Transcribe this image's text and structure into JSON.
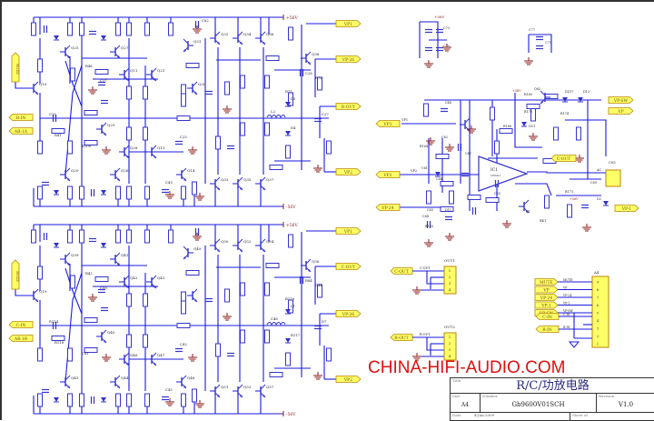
{
  "supply": {
    "pos": "+56V",
    "neg": "-56V"
  },
  "amp_top": {
    "transistors": [
      "Q19",
      "Q25",
      "Q27",
      "Q11",
      "Q21",
      "Q29",
      "Q20",
      "Q26",
      "Q28",
      "Q13",
      "Q14",
      "Q31",
      "Q32",
      "Q34",
      "Q36",
      "Q33",
      "Q35",
      "Q37",
      "Q38",
      "Q30"
    ],
    "ports_left": [
      "R-IN",
      "AR-1A"
    ],
    "port_vertical": "BUZZ",
    "ports_right": [
      "VP1",
      "VP-26",
      "R-OUT",
      "VP2"
    ],
    "parts": [
      "R46",
      "C17",
      "C15",
      "R41",
      "R100",
      "C25",
      "C43",
      "L2",
      "D4",
      "D5",
      "C27",
      "R71",
      "R72",
      "C26",
      "C82"
    ]
  },
  "amp_bottom": {
    "transistors": [
      "Q19",
      "Q39",
      "Q41",
      "Q42",
      "Q43",
      "Q40",
      "Q45",
      "Q44",
      "Q46",
      "Q47",
      "Q48",
      "Q49",
      "Q50",
      "Q52",
      "Q54",
      "Q51",
      "Q53",
      "Q57",
      "Q56"
    ],
    "ports_left": [
      "C-IN",
      "AR-1B"
    ],
    "port_vertical": "BUZZ",
    "ports_right": [
      "VP1",
      "C-OUT",
      "VP-26",
      "VP2"
    ],
    "parts": [
      "R42",
      "C50",
      "R114",
      "R116",
      "C41",
      "C42",
      "C45",
      "C46",
      "R117",
      "L1",
      "D7",
      "R110",
      "C44",
      "R84"
    ]
  },
  "control": {
    "ic": "IC1",
    "ic_part": "LF0411",
    "ports": [
      "VP1",
      "VP2",
      "VP-24",
      "C-OUT",
      "VP-SW",
      "VP",
      "VP-1"
    ],
    "labels": [
      "+56V",
      "Q82",
      "DZ17",
      "D13",
      "R169",
      "R176",
      "DC1",
      "R174",
      "C48",
      "C87",
      "R168",
      "C61",
      "C62",
      "C63",
      "C64",
      "R163",
      "R164",
      "D11",
      "C68",
      "C65",
      "R173",
      "Q1",
      "RK1",
      "D2",
      "CN3",
      "AC",
      "+56V",
      "C69"
    ],
    "net_labels": [
      "VP1",
      "VP2"
    ]
  },
  "caps_top": {
    "labels": [
      "C73",
      "C75",
      "C77",
      "C79"
    ],
    "supply": "+56V"
  },
  "connectors": {
    "out1": {
      "title": "OUT1",
      "port": "C-OUT",
      "net": "C-OUT",
      "pins": [
        "1",
        "2",
        "3",
        "4"
      ]
    },
    "out2": {
      "title": "OUT2",
      "port": "R-OUT",
      "net": "R-OUT",
      "pins": [
        "1",
        "2",
        "3",
        "4"
      ]
    },
    "a4": {
      "title": "A4",
      "ports": [
        "MUTE",
        "VP",
        "VP-24",
        "VP-1",
        "VP-SW",
        "C-IN",
        "R-IN"
      ],
      "nets": [
        "MUTE",
        "VP",
        "VP-24",
        "VP-1",
        "VP-SW",
        "C-IN",
        "R-IN"
      ],
      "pins": [
        "9",
        "8",
        "7",
        "6",
        "5",
        "4",
        "3",
        "2",
        "1"
      ]
    }
  },
  "watermark": "CHINA-HIFI-AUDIO.COM",
  "title_block": {
    "title_label": "Title",
    "title": "R/C/功放电路",
    "size_label": "Size",
    "size": "A4",
    "number_label": "Number",
    "number": "Gb9600V01SCH",
    "revision_label": "Revision",
    "revision": "V1.0",
    "date_label": "Date",
    "date": "4-Jun-2009",
    "sheet_label": "Sheet   of"
  },
  "colors": {
    "wire": "#1a1adf",
    "component": "#3333cc",
    "ground": "#8b1a1a",
    "port_fill": "#ffff66",
    "port_stroke": "#b8860b",
    "watermark": "#e01010"
  }
}
